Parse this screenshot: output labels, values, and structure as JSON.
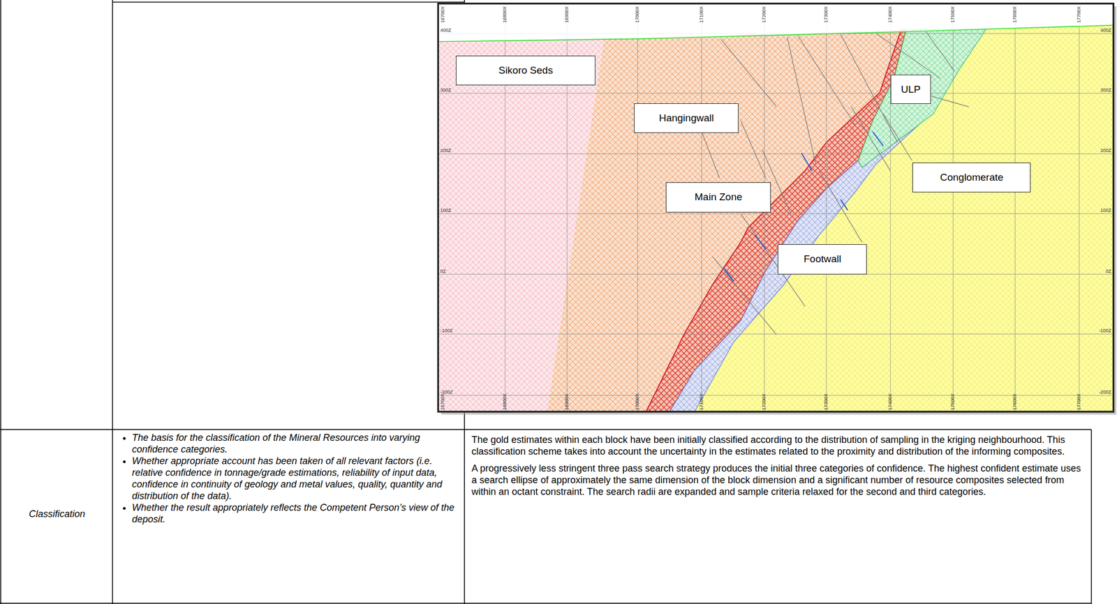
{
  "diagram": {
    "nodes": [
      {
        "text": [
          "Sikoro Seds"
        ]
      },
      {
        "text": [
          "Hangingwall"
        ]
      },
      {
        "text": [
          "ULP"
        ]
      },
      {
        "text": [
          "Conglomerate"
        ]
      },
      {
        "text": [
          "Main Zone"
        ]
      },
      {
        "text": [
          "Footwall"
        ]
      }
    ],
    "labels": [
      "16700X",
      "16800X",
      "16900X",
      "17000X",
      "17100X",
      "17200X",
      "17300X",
      "17400X",
      "17500X",
      "17600X",
      "17700X",
      "400Z",
      "300Z",
      "200Z",
      "100Z",
      "0Z",
      "-100Z",
      "-200Z",
      "400Z",
      "300Z",
      "200Z",
      "100Z",
      "0Z",
      "-100Z",
      "-200Z",
      "16700X",
      "16800X",
      "16900X",
      "17000X",
      "17100X",
      "17200X",
      "17300X",
      "17400X",
      "17500X",
      "17600X",
      "17700X",
      "Classification",
      "The basis for the classification of the Mineral Resources into varying confidence categories.",
      "Whether appropriate account has been taken of all relevant factors (i.e. relative confidence in tonnage/grade estimations, reliability of input data, confidence in continuity of geology and metal values, quality, quantity and distribution of the data).",
      "Whether the result appropriately reflects the Competent Person’s view of the deposit.",
      "The gold estimates within each block have been initially classified according to the distribution of sampling in the kriging neighbourhood.  This classification scheme takes into account the uncertainty in the estimates related to the proximity and distribution of the informing composites.",
      "A progressively less stringent three pass search strategy produces the initial three categories of confidence.  The highest confident estimate uses a search ellipse of approximately the same dimension of the block dimension and a significant number of resource composites selected from within an octant constraint.  The search radii are expanded and sample criteria relaxed for the second and third categories."
    ]
  }
}
